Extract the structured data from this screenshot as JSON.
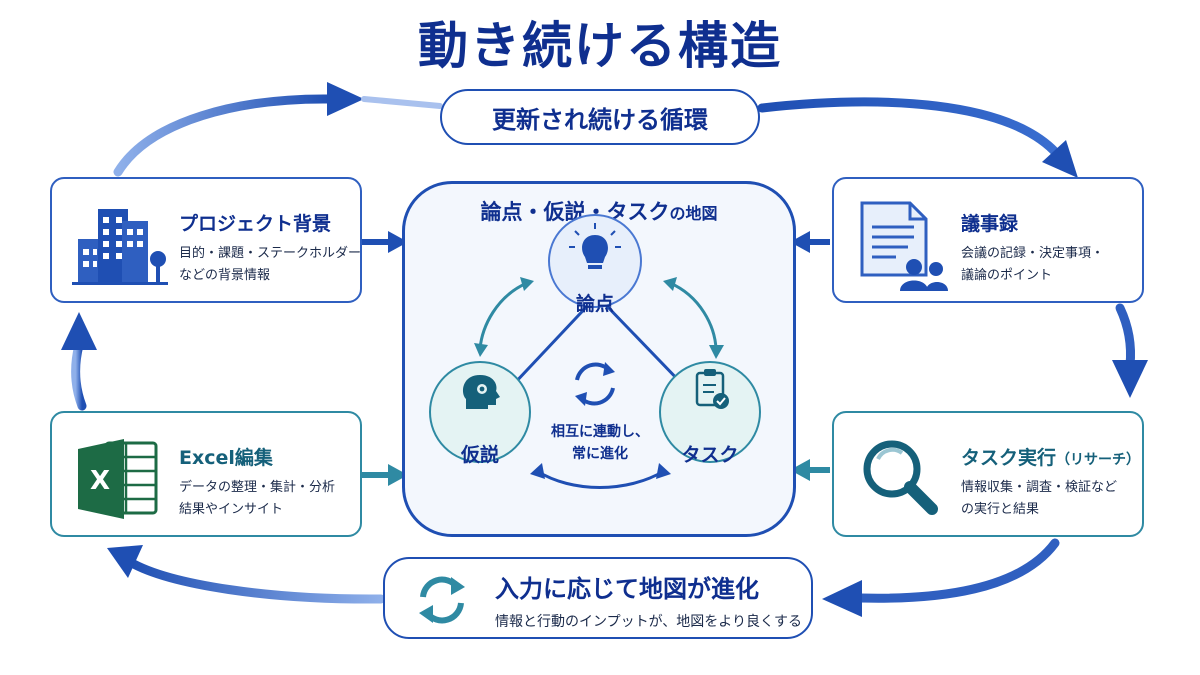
{
  "title": "動き続ける構造",
  "cycle_label": "更新され続ける循環",
  "center": {
    "title_main": "論点・仮説・タスク",
    "title_tail": "の地図",
    "nodes": {
      "issue": "論点",
      "hypothesis": "仮説",
      "task": "タスク"
    },
    "interaction_line1": "相互に連動し、",
    "interaction_line2": "常に進化"
  },
  "cards": {
    "project": {
      "title": "プロジェクト背景",
      "desc_line1": "目的・課題・ステークホルダー",
      "desc_line2": "などの背景情報",
      "icon": "building-icon"
    },
    "minutes": {
      "title": "議事録",
      "desc_line1": "会議の記録・決定事項・",
      "desc_line2": "議論のポイント",
      "icon": "document-people-icon"
    },
    "excel": {
      "title": "Excel編集",
      "desc_line1": "データの整理・集計・分析",
      "desc_line2": "結果やインサイト",
      "icon": "excel-icon"
    },
    "execution": {
      "title": "タスク実行",
      "title_sub": "（リサーチ）",
      "desc_line1": "情報収集・調査・検証など",
      "desc_line2": "の実行と結果",
      "icon": "magnifier-icon"
    }
  },
  "evolution": {
    "title": "入力に応じて地図が進化",
    "desc": "情報と行動のインプットが、地図をより良くする",
    "icon": "refresh-icon"
  },
  "colors": {
    "navy": "#0f2f8f",
    "blue": "#1f4fb3",
    "teal": "#2f8aa3"
  }
}
